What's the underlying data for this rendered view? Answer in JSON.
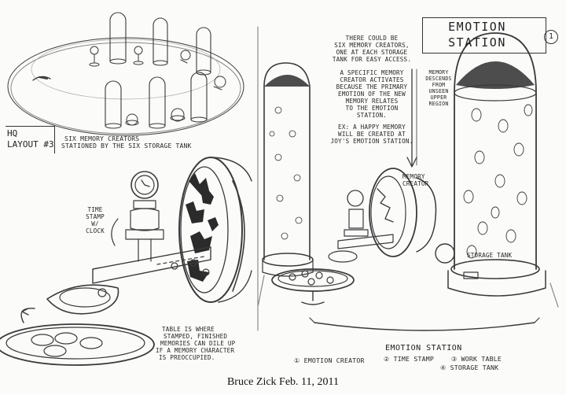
{
  "page": {
    "background": "#fbfbfa",
    "ink": "#2a2a2a"
  },
  "title": {
    "line1": "EMOTION",
    "line2": "STATION",
    "number": "1"
  },
  "hq": {
    "line1": "HQ",
    "line2": "LAYOUT #3"
  },
  "notes": {
    "creators_caption_1": "SIX MEMORY CREATORS",
    "creators_caption_2": "STATIONED BY THE SIX STORAGE TANK",
    "time_stamp_1": "TIME",
    "time_stamp_2": "STAMP",
    "time_stamp_3": "W/",
    "time_stamp_4": "CLOCK",
    "table_1": "TABLE IS WHERE",
    "table_2": "STAMPED, FINISHED",
    "table_3": "MEMORIES CAN DILE UP",
    "table_4": "IF A MEMORY CHARACTER",
    "table_5": "IS PREOCCUPIED.",
    "center_1": "THERE COULD BE",
    "center_2": "SIX MEMORY CREATORS,",
    "center_3": "ONE AT EACH STORAGE",
    "center_4": "TANK FOR EASY ACCESS.",
    "center_5": "A SPECIFIC MEMORY",
    "center_6": "CREATOR ACTIVATES",
    "center_7": "BECAUSE THE PRIMARY",
    "center_8": "EMOTION OF THE NEW",
    "center_9": "MEMORY RELATES",
    "center_10": "TO THE EMOTION",
    "center_11": "STATION.",
    "center_12": "EX: A HAPPY MEMORY",
    "center_13": "WILL BE CREATED AT",
    "center_14": "JOY'S EMOTION STATION.",
    "descends_1": "MEMORY",
    "descends_2": "DESCENDS",
    "descends_3": "FROM",
    "descends_4": "UNSEEN",
    "descends_5": "UPPER",
    "descends_6": "REGION",
    "memory_creator_1": "MEMORY",
    "memory_creator_2": "CREATOR",
    "storage_tank": "STORAGE TANK"
  },
  "legend": {
    "title": "EMOTION STATION",
    "item1": "① EMOTION CREATOR",
    "item2": "② TIME STAMP",
    "item3": "③ WORK TABLE",
    "item4": "④ STORAGE TANK"
  },
  "caption": "Bruce Zick Feb. 11, 2011"
}
